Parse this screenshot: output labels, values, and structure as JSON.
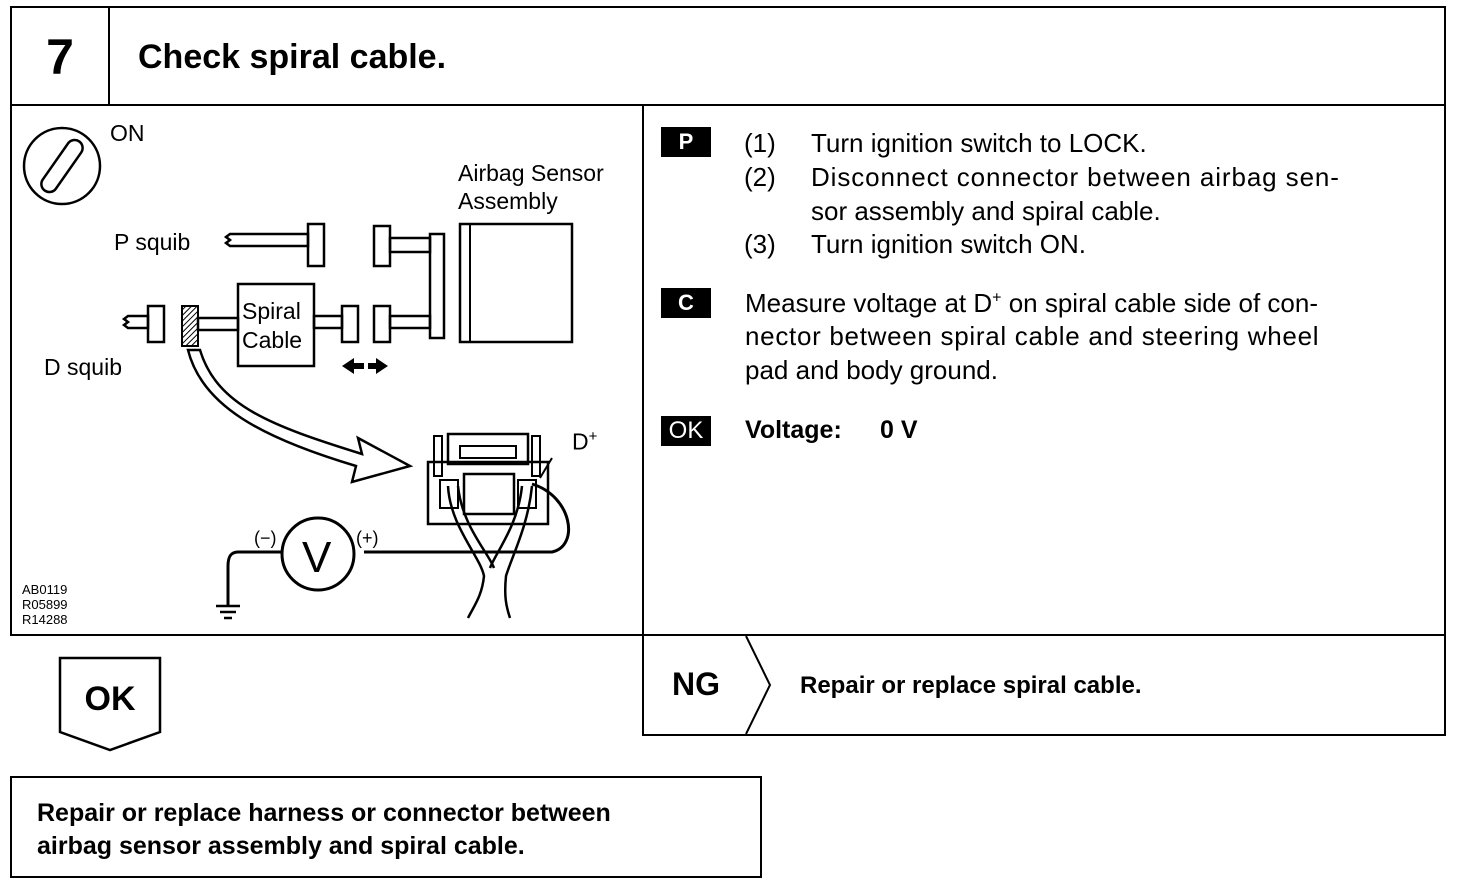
{
  "header": {
    "step_number": "7",
    "title": "Check spiral cable."
  },
  "diagram": {
    "on_label": "ON",
    "sensor_label_line1": "Airbag Sensor",
    "sensor_label_line2": "Assembly",
    "p_squib_label": "P squib",
    "d_squib_label": "D squib",
    "spiral_label_line1": "Spiral",
    "spiral_label_line2": "Cable",
    "d_plus_label": "D",
    "d_plus_sup": "+",
    "minus_label": "(−)",
    "plus_label": "(+)",
    "voltmeter_label": "V",
    "codes": [
      "AB0119",
      "R05899",
      "R14288"
    ]
  },
  "instructions": {
    "prep_badge": "P",
    "steps": [
      {
        "num": "(1)",
        "text": "Turn ignition switch to LOCK."
      },
      {
        "num": "(2)",
        "text": "Disconnect connector between airbag sen-"
      },
      {
        "num": "",
        "text": "sor assembly and spiral cable."
      },
      {
        "num": "(3)",
        "text": "Turn ignition switch ON."
      }
    ],
    "check_badge": "C",
    "check_line1": "Measure voltage at D",
    "check_sup": "+",
    "check_line1_rest": " on spiral cable side of con-",
    "check_line2": "nector between spiral cable and steering wheel",
    "check_line3": "pad and body ground.",
    "ok_badge": "OK",
    "ok_label": "Voltage:",
    "ok_value": "0 V"
  },
  "results": {
    "ok_label": "OK",
    "ng_label": "NG",
    "ng_action": "Repair or replace spiral cable.",
    "ok_action_line1": "Repair or replace harness or connector between",
    "ok_action_line2": "airbag sensor assembly and spiral cable."
  }
}
